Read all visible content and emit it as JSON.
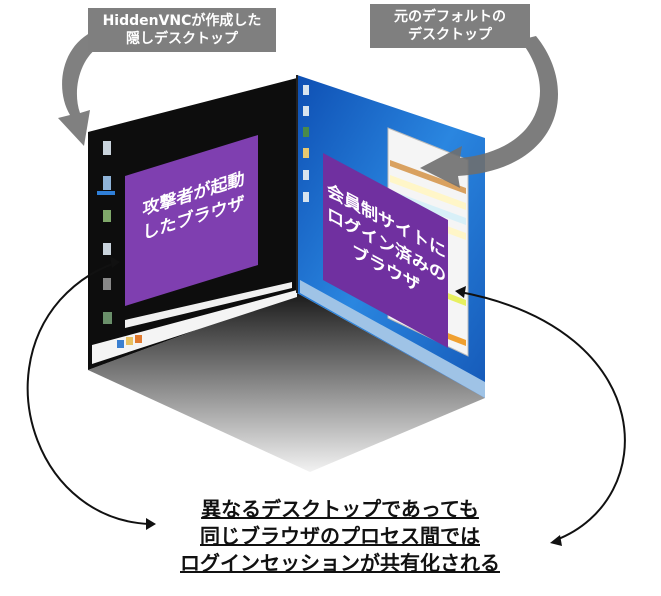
{
  "labels": {
    "hidden_desktop_line1": "HiddenVNCが作成した",
    "hidden_desktop_line2": "隠しデスクトップ",
    "default_desktop_line1": "元のデフォルトの",
    "default_desktop_line2": "デスクトップ"
  },
  "left_face": {
    "browser_line1": "攻撃者が起動",
    "browser_line2": "したブラウザ"
  },
  "right_face": {
    "browser_line1": "会員制サイトに",
    "browser_line2": "ログイン済みの",
    "browser_line3": "ブラウザ"
  },
  "caption": {
    "line1": "異なるデスクトップであっても",
    "line2": "同じブラウザのプロセス間では",
    "line3": "ログインセッションが共有化される"
  },
  "colors": {
    "purple": "#7030a0",
    "label_gray": "#7f7f7f",
    "desktop_black": "#0d0d0d",
    "desktop_blue": "#1f6fd0"
  }
}
